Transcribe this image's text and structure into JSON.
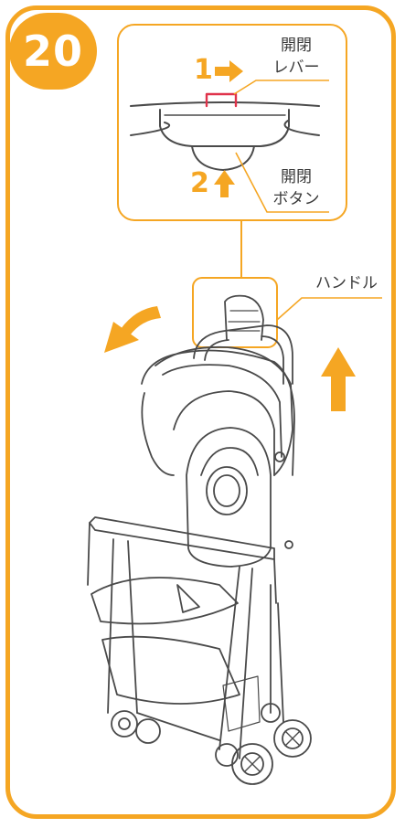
{
  "step": {
    "number": "20"
  },
  "callout": {
    "lever": {
      "step": "1",
      "line1": "開閉",
      "line2": "レバー"
    },
    "button": {
      "step": "2",
      "line1": "開閉",
      "line2": "ボタン"
    }
  },
  "handle_label": "ハンドル",
  "colors": {
    "accent": "#F5A623",
    "lever": "#E0334B",
    "line": "#4a4a4a"
  }
}
